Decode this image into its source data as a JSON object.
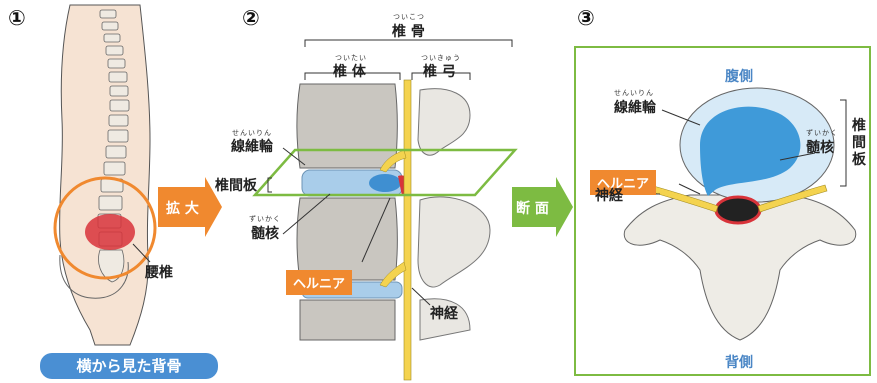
{
  "panel1": {
    "number": "①",
    "label_lumbar": "腰椎",
    "caption": "横から見た背骨"
  },
  "arrow_zoom": {
    "label": "拡 大"
  },
  "panel2": {
    "number": "②",
    "spine": {
      "text": "椎 骨",
      "ruby": "ついこつ"
    },
    "body": {
      "text": "椎 体",
      "ruby": "ついたい"
    },
    "arch": {
      "text": "椎 弓",
      "ruby": "ついきゅう"
    },
    "annulus": {
      "text": "線維輪",
      "ruby": "せんいりん"
    },
    "disc": {
      "text": "椎間板"
    },
    "nucleus": {
      "text": "髄核",
      "ruby": "ずいかく"
    },
    "hernia": "ヘルニア",
    "nerve": "神経"
  },
  "arrow_section": {
    "label": "断 面"
  },
  "panel3": {
    "number": "③",
    "ventral": "腹側",
    "dorsal": "背側",
    "annulus": {
      "text": "線維輪",
      "ruby": "せんいりん"
    },
    "nucleus": {
      "text": "髄核",
      "ruby": "ずいかく"
    },
    "disc_vertical": "椎\n間\n板",
    "hernia": "ヘルニア",
    "nerve": "神経"
  },
  "colors": {
    "orange": "#f0892f",
    "green": "#7dbb42",
    "blue": "#4a8fd3",
    "bone": "#e8e4dc",
    "red": "#d8333a"
  }
}
